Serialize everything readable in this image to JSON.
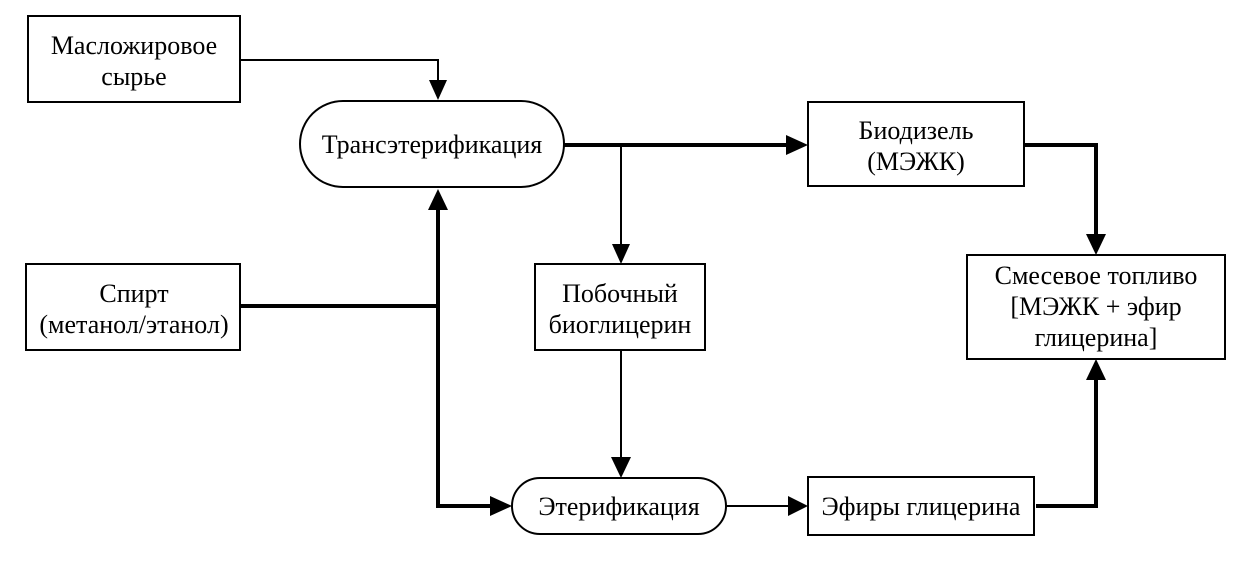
{
  "diagram": {
    "nodes": {
      "feedstock": {
        "line1": "Масложировое",
        "line2": "сырье"
      },
      "transesterification": {
        "label": "Трансэтерификация"
      },
      "biodiesel": {
        "line1": "Биодизель",
        "line2": "(МЭЖК)"
      },
      "alcohol": {
        "line1": "Спирт",
        "line2": "(метанол/этанол)"
      },
      "byproduct": {
        "line1": "Побочный",
        "line2": "биоглицерин"
      },
      "blended_fuel": {
        "line1": "Смесевое топливо",
        "line2": "[МЭЖК + эфир",
        "line3": "глицерина]"
      },
      "etherification": {
        "label": "Этерификация"
      },
      "glycerol_ethers": {
        "label": "Эфиры глицерина"
      }
    }
  }
}
